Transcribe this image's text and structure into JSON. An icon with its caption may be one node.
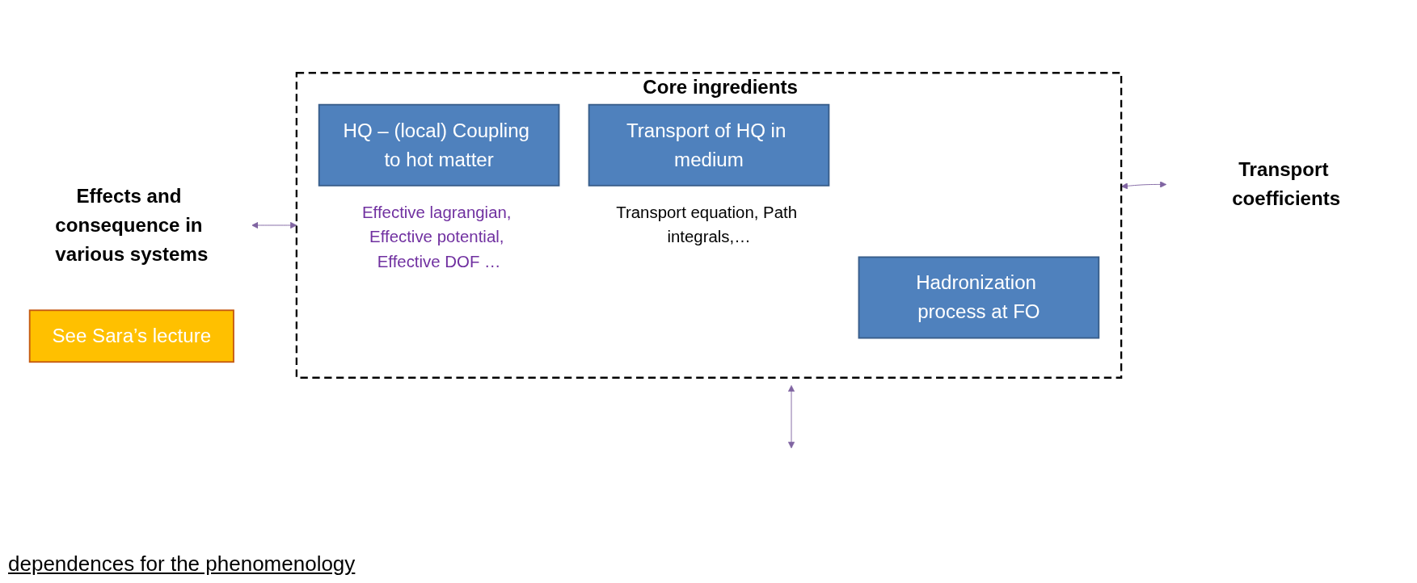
{
  "diagram": {
    "nodes": [
      {
        "text": [
          "Effects and consequence in various systems"
        ]
      },
      {
        "text": [
          "See Sara’s lecture"
        ]
      },
      {
        "text": [
          "Core ingredients"
        ]
      },
      {
        "text": [
          "HQ – (local) Coupling to hot matter"
        ],
        "in": 2,
        "beside": [
          "Effective lagrangian, Effective potential, Effective DOF …"
        ]
      },
      {
        "text": [
          "Transport of HQ in medium"
        ],
        "in": 2,
        "beside": [
          "Transport equation, Path integrals,…"
        ]
      },
      {
        "text": [
          "Hadronization process at FO"
        ],
        "in": 2
      },
      {
        "text": [
          "Transport coefficients"
        ]
      }
    ],
    "edges": [
      {
        "from": 0,
        "to": 2,
        "arrow": "both",
        "color": "#8064a2"
      },
      {
        "from": 2,
        "to": 6,
        "arrow": "both",
        "color": "#8064a2"
      },
      {
        "from": 2,
        "to": null,
        "arrow": "both",
        "color": "#8064a2"
      }
    ],
    "labels": [
      "dependences for the phenomenology"
    ]
  }
}
